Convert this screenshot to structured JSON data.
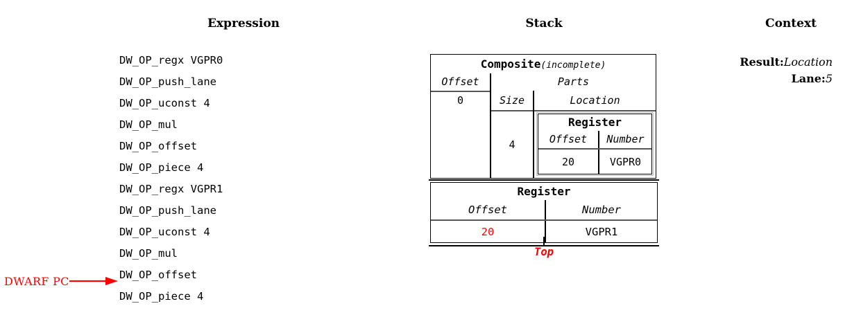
{
  "headers": {
    "expression": "Expression",
    "stack": "Stack",
    "context": "Context"
  },
  "expression": {
    "lines": [
      "DW_OP_regx VGPR0",
      "DW_OP_push_lane",
      "DW_OP_uconst 4",
      "DW_OP_mul",
      "DW_OP_offset",
      "DW_OP_piece 4",
      "DW_OP_regx VGPR1",
      "DW_OP_push_lane",
      "DW_OP_uconst 4",
      "DW_OP_mul",
      "DW_OP_offset",
      "DW_OP_piece 4"
    ],
    "pc_marker": {
      "label": "DWARF PC",
      "color": "#ff0000",
      "points_to_line_index": 11
    }
  },
  "stack": {
    "composite": {
      "title": "Composite",
      "title_suffix": "(incomplete)",
      "offset_header": "Offset",
      "offset_value": "0",
      "parts_header": "Parts",
      "size_header": "Size",
      "size_value": "4",
      "location_header": "Location",
      "nested_register": {
        "title": "Register",
        "offset_header": "Offset",
        "number_header": "Number",
        "offset_value": "20",
        "number_value": "VGPR0"
      }
    },
    "top_register": {
      "title": "Register",
      "offset_header": "Offset",
      "number_header": "Number",
      "offset_value": "20",
      "offset_value_color": "#ff0000",
      "number_value": "VGPR1",
      "top_marker": "Top",
      "top_marker_color": "#ff0000"
    }
  },
  "context": {
    "result_key": "Result:",
    "result_value": "Location",
    "lane_key": "Lane:",
    "lane_value": "5"
  }
}
